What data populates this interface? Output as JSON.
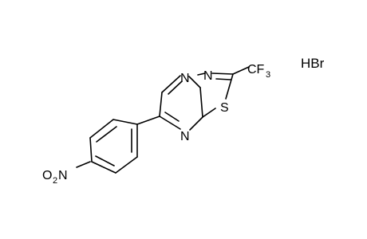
{
  "structure": {
    "atoms": {
      "n_bridge": "N",
      "n_thiadiazole": "N",
      "sulfur": "S",
      "n_imidazole": "N",
      "cf3_main": "CF",
      "cf3_sub": "3",
      "nitro_o": "O",
      "nitro_sub": "2",
      "nitro_n": "N"
    },
    "salt": "HBr"
  }
}
